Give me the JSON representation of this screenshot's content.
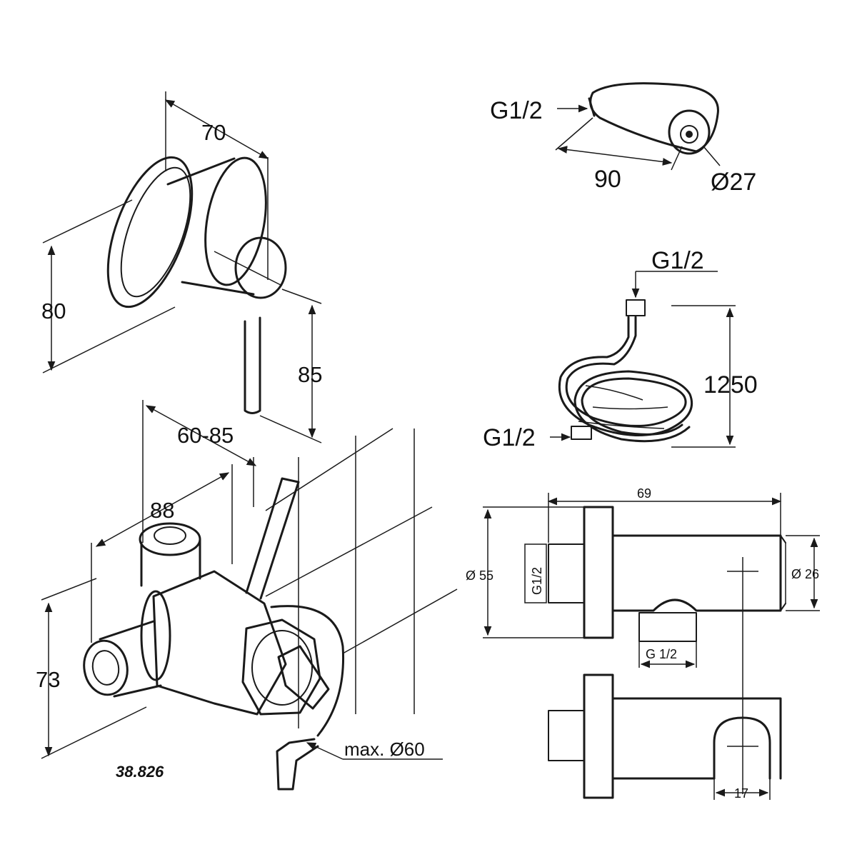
{
  "valve": {
    "dim_width": "70",
    "dim_height": "80",
    "dim_lever": "85",
    "dim_depth_range": "60-85",
    "dim_body": "88",
    "dim_body_height": "73",
    "note_max_diameter": "max. Ø60",
    "product_code": "38.826"
  },
  "hand_shower": {
    "thread": "G1/2",
    "dim_length": "90",
    "dim_diameter": "Ø27"
  },
  "hose": {
    "thread_top": "G1/2",
    "thread_bottom": "G1/2",
    "dim_length": "1250"
  },
  "wall_outlet": {
    "dim_length": "69",
    "dim_flange": "Ø 55",
    "thread_in": "G1/2",
    "dim_outlet": "Ø 26",
    "thread_out": "G 1/2",
    "dim_holder": "17"
  }
}
